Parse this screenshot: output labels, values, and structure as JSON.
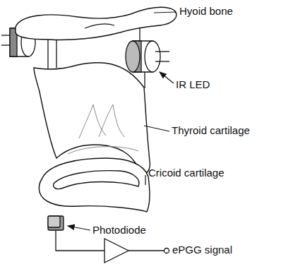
{
  "diagram": {
    "labels": [
      "Hyoid bone",
      "IR LED",
      "Thyroid cartilage",
      "Cricoid cartilage",
      "Photodiode",
      "ePGG signal"
    ]
  }
}
